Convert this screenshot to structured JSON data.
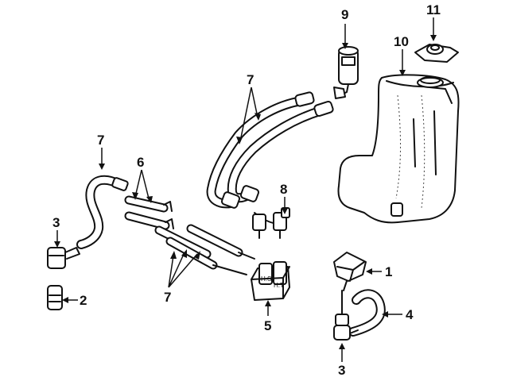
{
  "callouts": {
    "c1": "1",
    "c2": "2",
    "c3a": "3",
    "c3b": "3",
    "c4": "4",
    "c5": "5",
    "c6": "6",
    "c7a": "7",
    "c7b": "7",
    "c7c": "7",
    "c8": "8",
    "c9": "9",
    "c10": "10",
    "c11": "11"
  },
  "valve_marks": {
    "left": "H.S",
    "right": "H.T"
  }
}
